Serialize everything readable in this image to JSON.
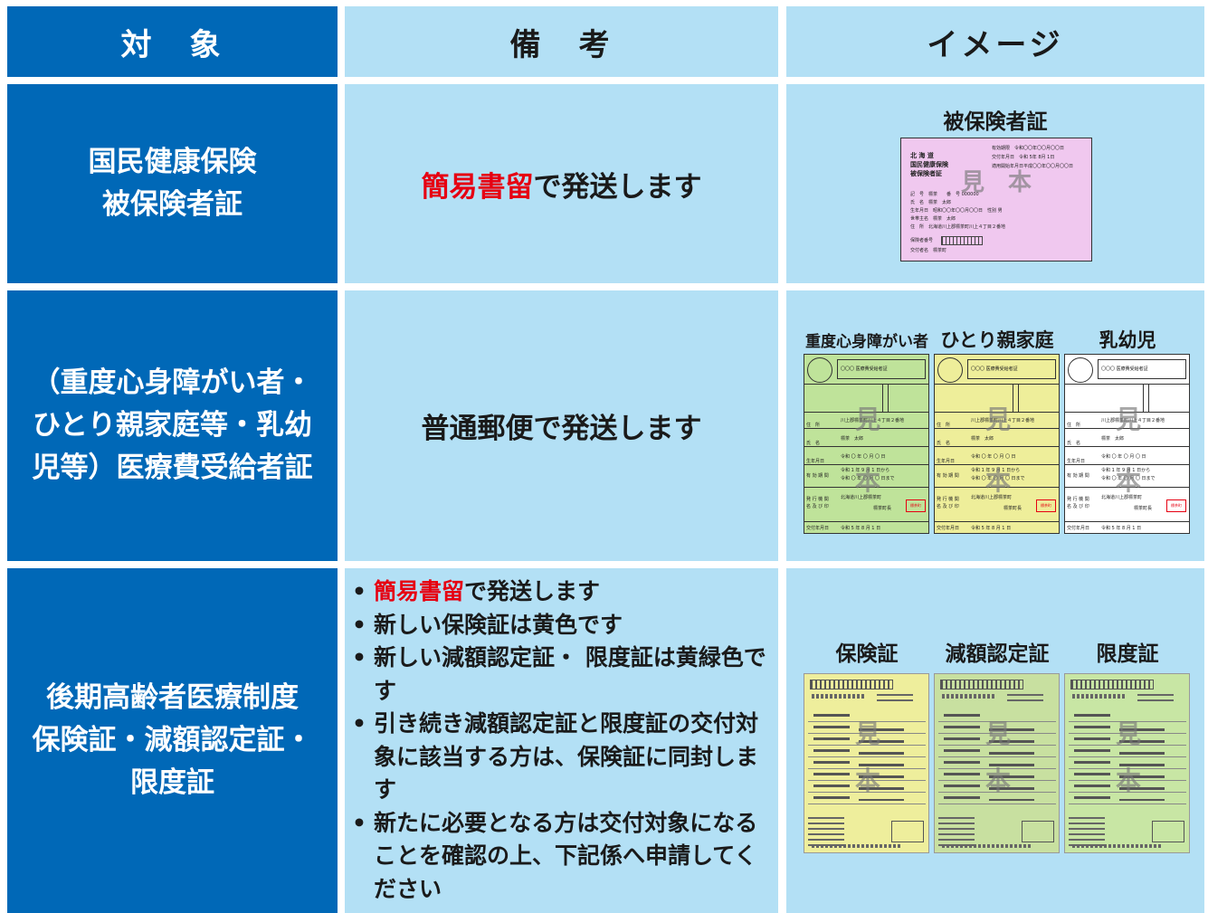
{
  "header": {
    "target": "対　象",
    "remarks": "備　考",
    "image": "イメージ"
  },
  "rows": [
    {
      "label_lines": [
        "国民健康保険",
        "被保険者証"
      ],
      "note_highlight": "簡易書留",
      "note_rest": "で発送します",
      "image_title": "被保険者証",
      "card": {
        "color": "#f0c8ef",
        "watermark": [
          "見",
          "本"
        ],
        "lines": [
          "北 海 道",
          "国民健康保険",
          "被保険者証",
          "有効期限　令和〇〇年〇〇月〇〇日",
          "交付年月日　令和 5年 8月 1日",
          "適用開始年月日平成〇〇年〇〇月〇〇日",
          "記　号　標茶　　番　号 000000",
          "氏　名　標茶　太郎",
          "生年月日　昭和〇〇年〇〇月〇〇日　性別 男",
          "世帯主名　標茶　太郎",
          "住　所　北海道川上郡標茶町川上４丁目２番地",
          "保険者番号",
          "交付者名　標茶町"
        ]
      }
    },
    {
      "label_lines": [
        "（重度心身障がい者・",
        "ひとり親家庭等・乳幼",
        "児等）医療費受給者証"
      ],
      "note": "普通郵便で発送します",
      "image_titles": [
        "重度心身障がい者",
        "ひとり親家庭",
        "乳幼児"
      ],
      "card_colors": [
        "#bfe39a",
        "#eeee9a",
        "#ffffff"
      ],
      "card": {
        "watermark": [
          "見",
          "本"
        ],
        "header_text": "〇〇〇 医療費受給者証",
        "address": "川上郡標茶町川上４丁目２番地",
        "name": "標茶　太郎",
        "field_labels": [
          "住　所",
          "氏　名",
          "生年月日",
          "有 効 期 間",
          "発 行 機 関 名 及 び 印",
          "交付年月日"
        ],
        "birth": "令和 〇 年 〇 月 〇 日",
        "valid_from": "令和 1 年 9 月 1 日から",
        "valid_to": "令和 〇 年 〇 月 〇 日まで",
        "issuer": "北海道川上郡標茶町",
        "issuer_name": "標茶町長",
        "stamp": "標茶町",
        "issue_date": "令和 5 年 8 月 1 日"
      }
    },
    {
      "label_lines": [
        "後期高齢者医療制度",
        "保険証・減額認定証・",
        "限度証"
      ],
      "bullets": [
        {
          "highlight": "簡易書留",
          "text": "で発送します"
        },
        {
          "highlight": "",
          "text": "新しい保険証は黄色です"
        },
        {
          "highlight": "",
          "text": "新しい減額認定証・ 限度証は黄緑色です"
        },
        {
          "highlight": "",
          "text": "引き続き減額認定証と限度証の交付対象に該当する方は、保険証に同封します"
        },
        {
          "highlight": "",
          "text": "新たに必要となる方は交付対象になることを確認の上、下記係へ申請してください"
        }
      ],
      "image_titles": [
        "保険証",
        "減額認定証",
        "限度証"
      ],
      "card_colors": [
        "#eeee9c",
        "#c8e0a0",
        "#c8e6a4"
      ],
      "watermark": [
        "見",
        "本"
      ]
    }
  ],
  "colors": {
    "header_dark": "#0068b7",
    "cell_light": "#b3e0f5",
    "highlight": "#e60012"
  }
}
